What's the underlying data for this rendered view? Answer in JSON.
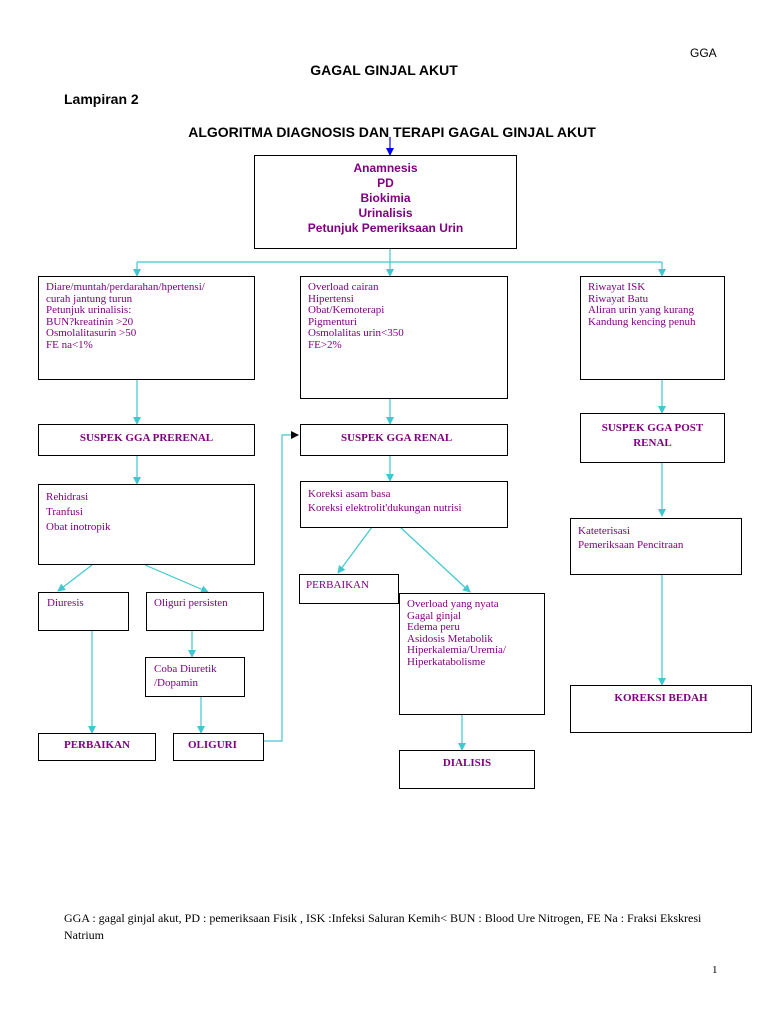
{
  "header": {
    "code": "GGA"
  },
  "title": "GAGAL GINJAL AKUT",
  "lampiran": "Lampiran 2",
  "subtitle": "ALGORITMA  DIAGNOSIS DAN TERAPI GAGAL GINJAL AKUT",
  "nodes": {
    "top": [
      "Anamnesis",
      "PD",
      "Biokimia",
      "Urinalisis",
      "Petunjuk Pemeriksaan Urin"
    ],
    "prerenal_criteria": [
      "Diare/muntah/perdarahan/hpertensi/",
      "curah jantung turun",
      "Petunjuk urinalisis:",
      "BUN?kreatinin >20",
      "Osmolalitasurin >50",
      "FE na<1%"
    ],
    "renal_criteria": [
      "Overload cairan",
      "Hipertensi",
      "Obat/Kemoterapi",
      "Pigmenturi",
      "Osmolalitas urin<350",
      "FE>2%"
    ],
    "postrenal_criteria": [
      "Riwayat ISK",
      "Riwayat Batu",
      "Aliran urin yang kurang",
      "Kandung kencing penuh"
    ],
    "suspek_prerenal": "SUSPEK GGA PRERENAL",
    "suspek_renal": "SUSPEK GGA RENAL",
    "suspek_postrenal": [
      "SUSPEK GGA POST",
      "RENAL"
    ],
    "prerenal_therapy": [
      "Rehidrasi",
      "Tranfusi",
      "Obat inotropik"
    ],
    "renal_therapy": [
      "Koreksi asam basa",
      "Koreksi elektrolit'dukungan nutrisi"
    ],
    "postrenal_therapy": [
      "Kateterisasi",
      "Pemeriksaan Pencitraan"
    ],
    "diuresis": "Diuresis",
    "oliguri_persisten": "Oliguri persisten",
    "coba_diuretik": [
      "Coba  Diuretik",
      "/Dopamin"
    ],
    "perbaikan_prerenal": "PERBAIKAN",
    "oliguri": "OLIGURI",
    "perbaikan_renal": "PERBAIKAN",
    "overload_list": [
      "Overload yang nyata",
      "Gagal ginjal",
      "Edema peru",
      "Asidosis Metabolik",
      "Hiperkalemia/Uremia/",
      "Hiperkatabolisme"
    ],
    "dialisis": "DIALISIS",
    "koreksi_bedah": "KOREKSI BEDAH"
  },
  "footer": "GGA : gagal ginjal akut, PD : pemeriksaan Fisik , ISK :Infeksi Saluran Kemih< BUN : Blood Ure Nitrogen, FE Na : Fraksi Ekskresi Natrium",
  "page_number": "1",
  "colors": {
    "node_text": "#800080",
    "connector": "#40C8D0",
    "arrow_in": "#0000FF",
    "border": "#000000"
  }
}
